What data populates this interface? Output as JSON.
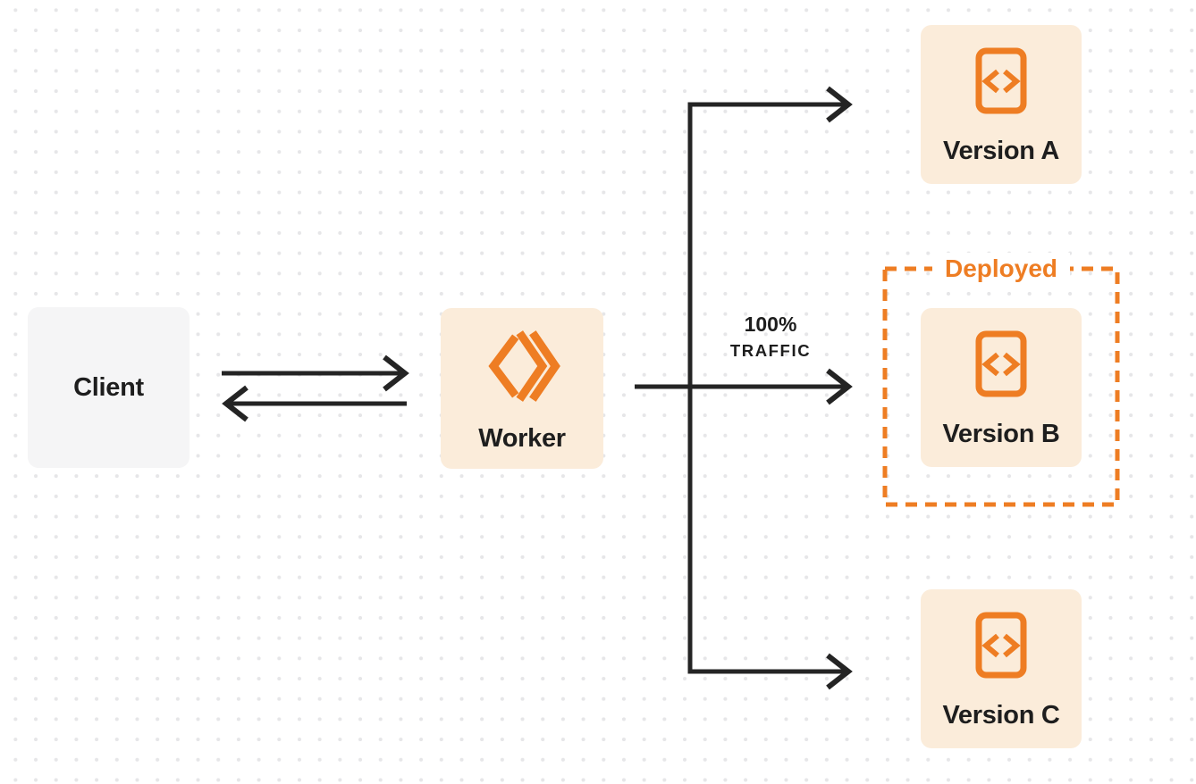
{
  "diagram": {
    "nodes": {
      "client": {
        "label": "Client"
      },
      "worker": {
        "label": "Worker",
        "icon": "cloudflare-workers-logo"
      },
      "version_a": {
        "label": "Version A",
        "icon": "code-file-icon"
      },
      "version_b": {
        "label": "Version B",
        "icon": "code-file-icon"
      },
      "version_c": {
        "label": "Version C",
        "icon": "code-file-icon"
      }
    },
    "annotations": {
      "deployed_label": "Deployed",
      "traffic_percent": "100%",
      "traffic_word": "TRAFFIC"
    },
    "colors": {
      "accent_orange": "#EE7D23",
      "node_cream": "#FBECDA",
      "client_gray": "#F5F5F6",
      "ink": "#242424",
      "dot_gray": "#E6E6E8",
      "background": "#FFFFFF"
    }
  }
}
